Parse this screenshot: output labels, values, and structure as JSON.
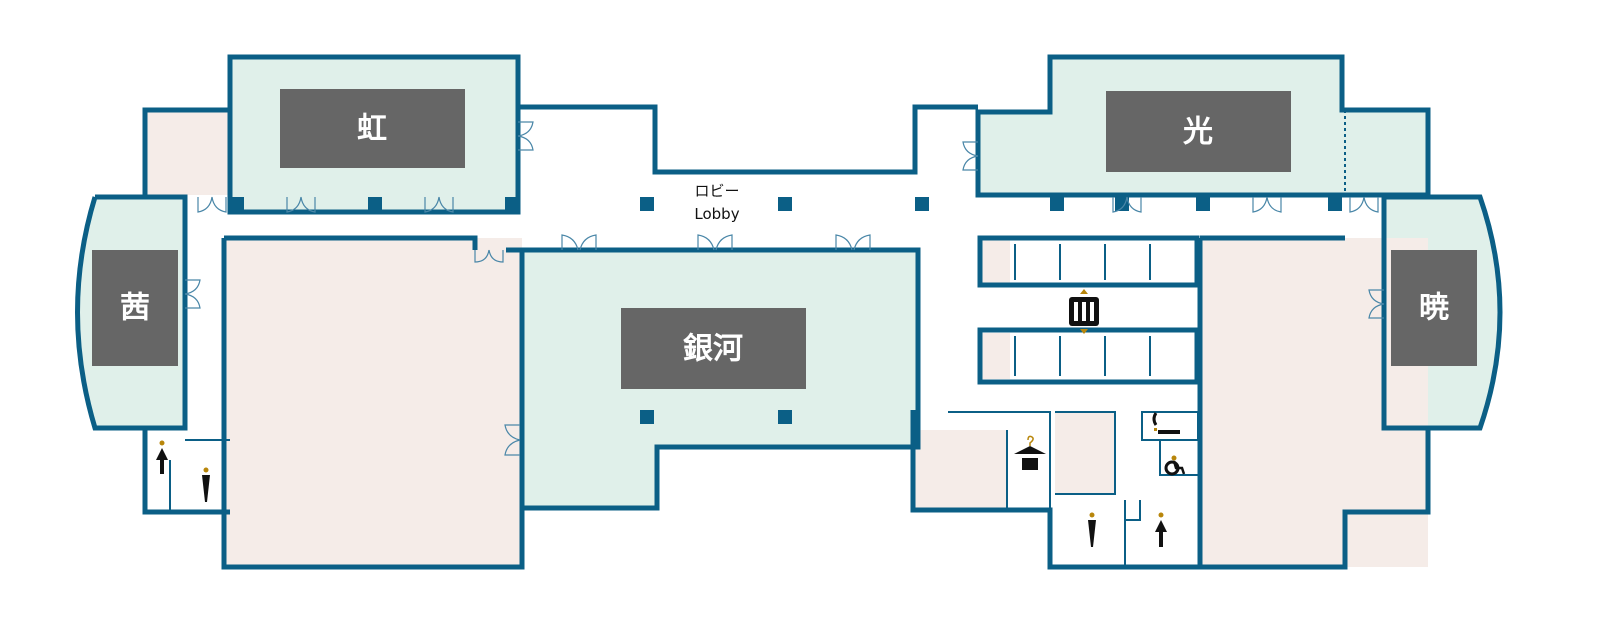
{
  "colors": {
    "wall": "#0b5f86",
    "room_green": "#e0f0ea",
    "room_pink": "#f5ece8",
    "label_bg": "#666666",
    "icon_gold": "#b8860b"
  },
  "rooms": {
    "niji": "虹",
    "akane": "茜",
    "ginga": "銀河",
    "hikari": "光",
    "akatsuki": "暁"
  },
  "lobby": {
    "jp": "ロビー",
    "en": "Lobby"
  },
  "icons": [
    "elevator-icon",
    "cloakroom-icon",
    "smoking-area-icon",
    "accessible-toilet-icon",
    "mens-toilet-icon",
    "womens-toilet-icon"
  ]
}
